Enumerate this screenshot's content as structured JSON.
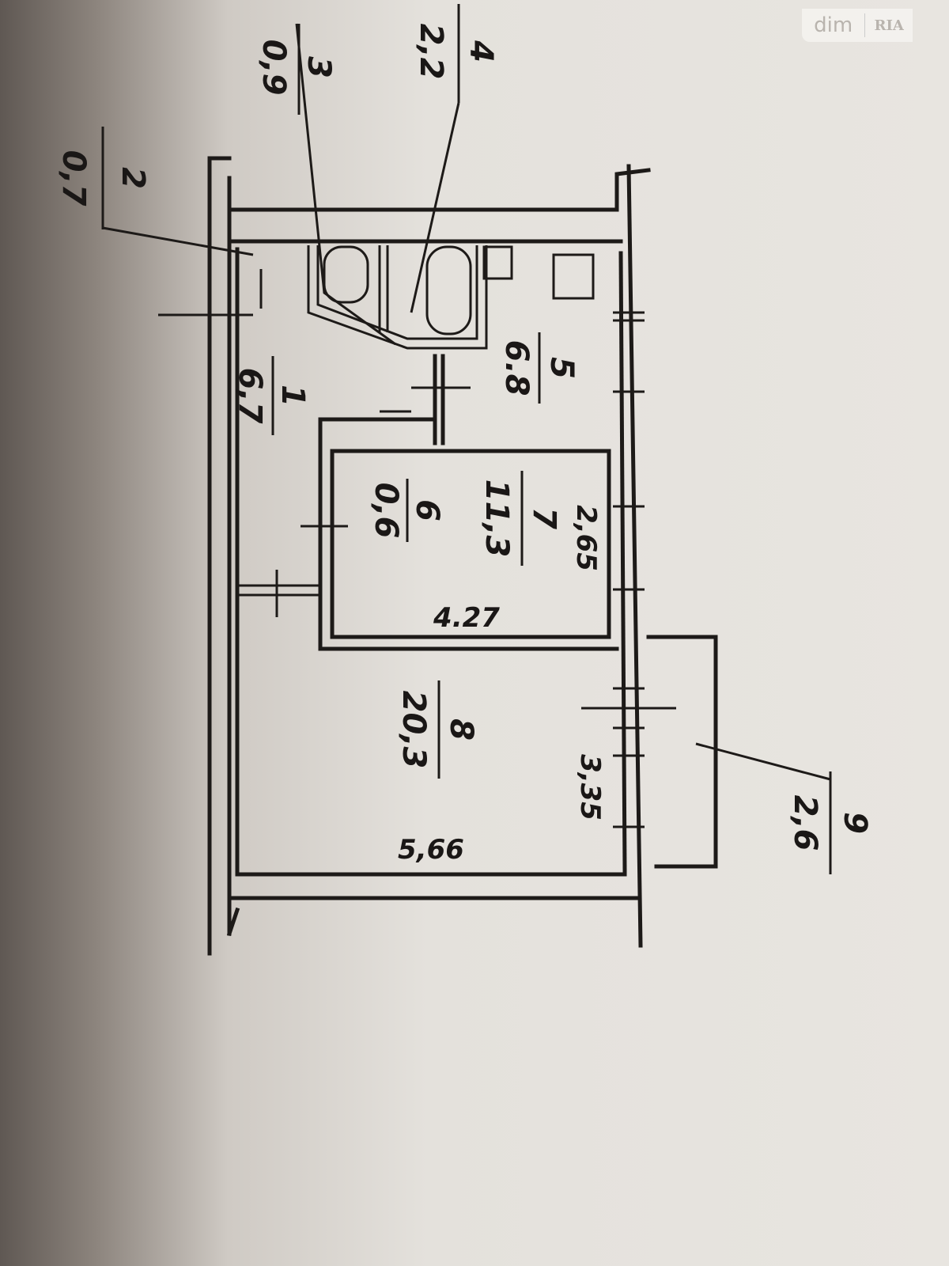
{
  "watermark": {
    "left": "dim",
    "right": "RIA"
  },
  "rooms": [
    {
      "number": "1",
      "area": "6,7"
    },
    {
      "number": "2",
      "area": "0,7"
    },
    {
      "number": "3",
      "area": "0,9"
    },
    {
      "number": "4",
      "area": "2,2"
    },
    {
      "number": "5",
      "area": "6.8"
    },
    {
      "number": "6",
      "area": "0,6"
    },
    {
      "number": "7",
      "area": "11,3"
    },
    {
      "number": "8",
      "area": "20,3"
    },
    {
      "number": "9",
      "area": "2,6"
    }
  ],
  "dimensions": {
    "d1": "2,65",
    "d2": "4.27",
    "d3": "3,35",
    "d4": "5,66"
  }
}
